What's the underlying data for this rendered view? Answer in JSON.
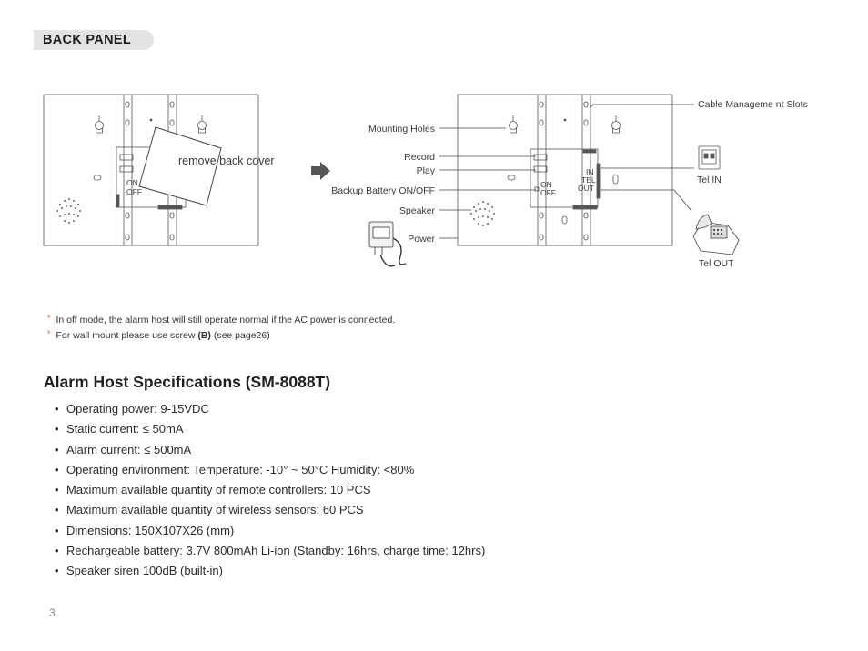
{
  "section_tag": "BACK PANEL",
  "diagram": {
    "left_caption": "remove back cover",
    "switch_on": "ON",
    "switch_off": "OFF",
    "tel_in_jack": "IN",
    "tel_jack": "TEL",
    "tel_out_jack": "OUT",
    "labels": {
      "mounting_holes": "Mounting Holes",
      "record": "Record",
      "play": "Play",
      "backup_battery": "Backup Battery ON/OFF",
      "speaker": "Speaker",
      "power": "Power",
      "cable_slots": "Cable Manageme nt Slots",
      "tel_in": "Tel IN",
      "tel_out": "Tel OUT"
    }
  },
  "notes": [
    {
      "text": "In off mode, the alarm host will still operate normal if the AC power is connected."
    },
    {
      "text_before": "For wall mount please use  screw ",
      "bold": "(B)",
      "text_after": " (see page26)"
    }
  ],
  "specs": {
    "title": "Alarm Host Specifications (SM-8088T)",
    "items": [
      "Operating power: 9-15VDC",
      "Static current: ≤ 50mA",
      "Alarm current: ≤ 500mA",
      "Operating environment: Temperature: -10° ~ 50°C   Humidity: <80%",
      "Maximum available quantity of remote controllers: 10 PCS",
      "Maximum available quantity of wireless sensors: 60 PCS",
      "Dimensions: 150X107X26 (mm)",
      "Rechargeable battery: 3.7V 800mAh Li-ion (Standby: 16hrs, charge time: 12hrs)",
      "Speaker siren 100dB (built-in)"
    ]
  },
  "page_number": "3"
}
